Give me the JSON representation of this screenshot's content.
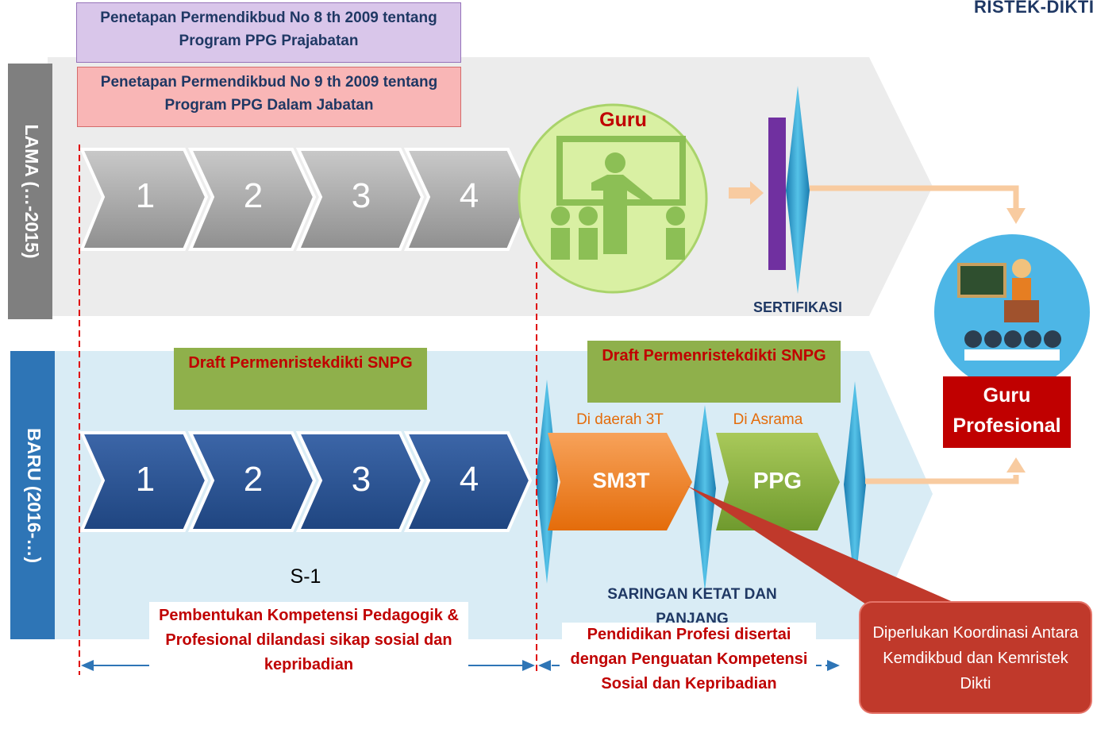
{
  "header": {
    "brand": "RISTEK-DIKTI"
  },
  "regulations": {
    "ppg_prajabatan": "Penetapan Permendikbud No 8 th 2009 tentang Program PPG Prajabatan",
    "ppg_dalam_jabatan": "Penetapan Permendikbud No 9 th 2009 tentang Program PPG Dalam Jabatan"
  },
  "lama": {
    "label": "LAMA (…-2015)",
    "steps": [
      "1",
      "2",
      "3",
      "4"
    ],
    "guru_label": "Guru",
    "sertifikasi": "SERTIFIKASI"
  },
  "baru": {
    "label": "BARU (2016-…)",
    "draft_left": "Draft Permenristekdikti SNPG",
    "draft_right": "Draft Permenristekdikti SNPG",
    "steps": [
      "1",
      "2",
      "3",
      "4"
    ],
    "sm3t_label": "SM3T",
    "sm3t_caption": "Di daerah 3T",
    "ppg_label": "PPG",
    "ppg_caption": "Di Asrama",
    "s1_label": "S-1",
    "saringan": "SARINGAN KETAT DAN PANJANG",
    "pembentukan": "Pembentukan  Kompetensi Pedagogik & Profesional dilandasi sikap sosial dan kepribadian",
    "pendidikan_profesi": "Pendidikan Profesi disertai dengan Penguatan Kompetensi Sosial dan Kepribadian"
  },
  "outcome": {
    "guru_profesional": "Guru Profesional"
  },
  "callout": {
    "text": "Diperlukan Koordinasi Antara Kemdikbud dan Kemristek Dikti"
  },
  "colors": {
    "lama_band": "#ececec",
    "baru_band": "#d9ecf5",
    "lama_label_bg": "#7f7f7f",
    "baru_label_bg": "#2e75b6",
    "gray_chevron": "#a6a6a6",
    "navy_chevron": "#2f5597",
    "sm3t": "#ed7d31",
    "ppg": "#8fb04b",
    "guru_circle": "#d9f0a3",
    "arrow": "#f8cba0",
    "red_box": "#c00000",
    "callout": "#c0392b",
    "purple": "#7030a0",
    "teal": "#2e9ec9"
  }
}
